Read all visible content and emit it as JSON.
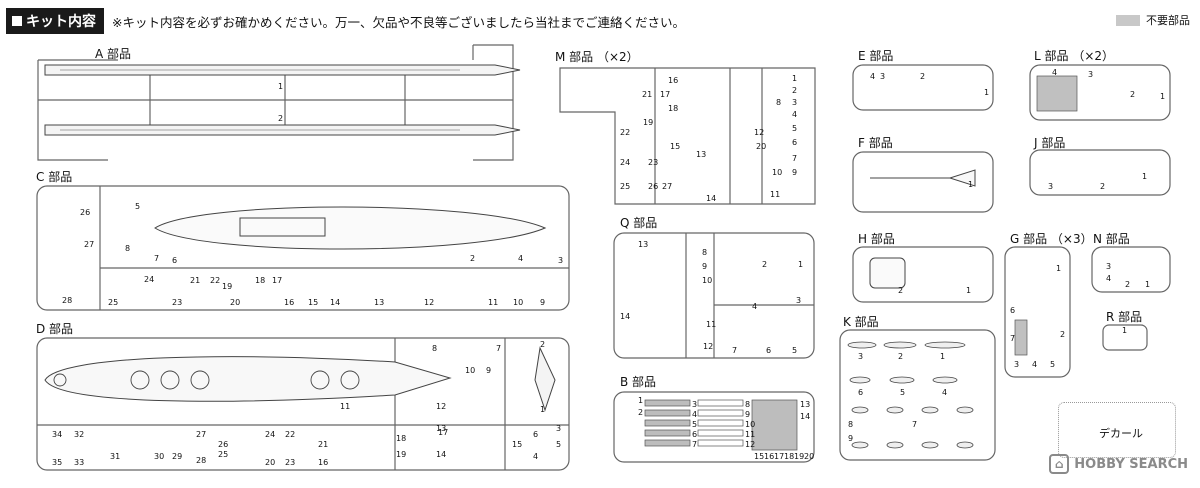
{
  "header": {
    "tag": "キット内容",
    "note": "※キット内容を必ずお確かめください。万一、欠品や不良等ございましたら当社までご連絡ください。",
    "legend_label": "不要部品"
  },
  "sprues": [
    {
      "key": "A",
      "label": "A 部品",
      "parts": [
        "1",
        "2"
      ]
    },
    {
      "key": "C",
      "label": "C 部品",
      "parts": [
        "26",
        "5",
        "27",
        "28",
        "8",
        "7",
        "6",
        "2",
        "4",
        "3",
        "25",
        "24",
        "23",
        "21",
        "19",
        "20",
        "18",
        "17",
        "16",
        "15",
        "14",
        "13",
        "12",
        "11",
        "10",
        "9",
        "22"
      ]
    },
    {
      "key": "D",
      "label": "D 部品",
      "parts": [
        "8",
        "7",
        "10",
        "9",
        "11",
        "12",
        "13",
        "34",
        "32",
        "35",
        "33",
        "31",
        "30",
        "29",
        "27",
        "28",
        "26",
        "25",
        "24",
        "22",
        "20",
        "23",
        "21",
        "18",
        "16",
        "19",
        "17",
        "14",
        "15",
        "6",
        "4",
        "5",
        "3",
        "2",
        "1"
      ]
    },
    {
      "key": "M",
      "label": "M 部品 （×2）",
      "parts": [
        "21",
        "16",
        "17",
        "18",
        "1",
        "2",
        "3",
        "4",
        "5",
        "6",
        "7",
        "8",
        "9",
        "10",
        "11",
        "12",
        "13",
        "14",
        "15",
        "19",
        "22",
        "23",
        "24",
        "25",
        "26",
        "27",
        "20"
      ]
    },
    {
      "key": "Q",
      "label": "Q 部品",
      "parts": [
        "13",
        "8",
        "2",
        "1",
        "14",
        "11",
        "12",
        "4",
        "3",
        "7",
        "6",
        "5",
        "10",
        "9"
      ]
    },
    {
      "key": "B",
      "label": "B 部品",
      "parts": [
        "1",
        "2",
        "3",
        "4",
        "5",
        "6",
        "7",
        "8",
        "9",
        "10",
        "11",
        "12",
        "13",
        "14",
        "15",
        "16",
        "17",
        "18",
        "19",
        "20"
      ]
    },
    {
      "key": "E",
      "label": "E 部品",
      "parts": [
        "4",
        "3",
        "2",
        "1"
      ]
    },
    {
      "key": "L",
      "label": "L 部品 （×2）",
      "parts": [
        "4",
        "3",
        "2",
        "1"
      ]
    },
    {
      "key": "F",
      "label": "F 部品",
      "parts": [
        "1"
      ]
    },
    {
      "key": "J",
      "label": "J 部品",
      "parts": [
        "3",
        "2",
        "1"
      ]
    },
    {
      "key": "H",
      "label": "H 部品",
      "parts": [
        "2",
        "1"
      ]
    },
    {
      "key": "G",
      "label": "G 部品 （×3）",
      "parts": [
        "1",
        "6",
        "7",
        "2",
        "3",
        "4",
        "5"
      ]
    },
    {
      "key": "N",
      "label": "N 部品",
      "parts": [
        "3",
        "4",
        "2",
        "1"
      ]
    },
    {
      "key": "K",
      "label": "K 部品",
      "parts": [
        "3",
        "2",
        "1",
        "6",
        "5",
        "4",
        "8",
        "7",
        "9"
      ]
    },
    {
      "key": "R",
      "label": "R 部品",
      "parts": [
        "1"
      ]
    }
  ],
  "decal_label": "デカール",
  "watermark": "HOBBY SEARCH"
}
